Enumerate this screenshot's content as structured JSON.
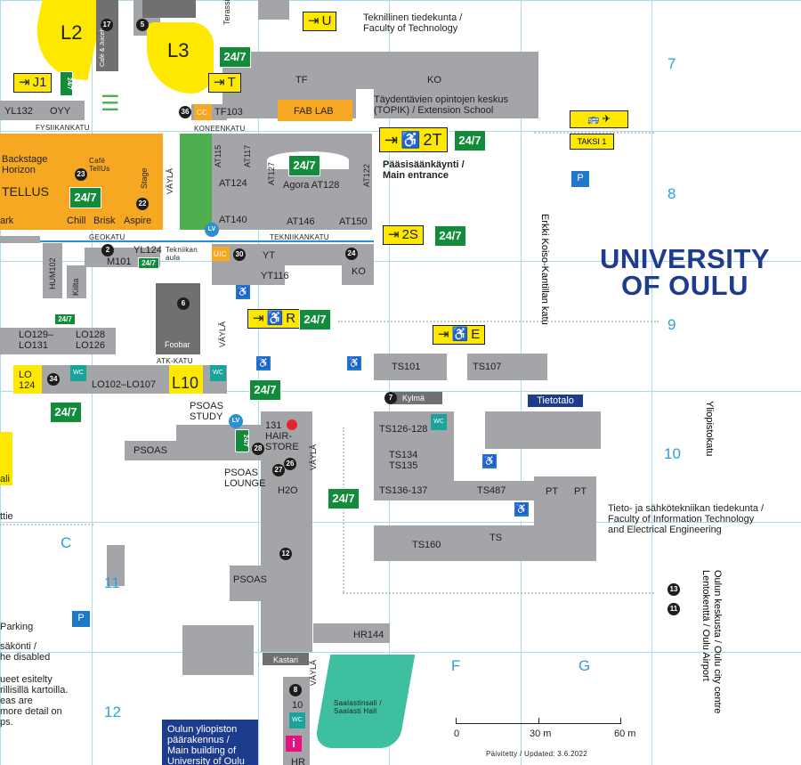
{
  "logo": {
    "line1": "UNIVERSITY",
    "line2": "OF OULU"
  },
  "grid": {
    "rows": [
      "7",
      "8",
      "9",
      "10",
      "11",
      "12"
    ],
    "cols": [
      "C",
      "F",
      "G"
    ]
  },
  "faculties": {
    "tech": [
      "Teknillinen tiedekunta /",
      "Faculty of Technology"
    ],
    "itee": [
      "Tieto- ja sähkötekniikan tiedekunta /",
      "Faculty of Information Technology",
      "and Electrical Engineering"
    ],
    "topik": [
      "Täydentävien opintojen keskus",
      "(TOPIK) / Extension School"
    ]
  },
  "main_entrance": [
    "Pääsisäänkäynti /",
    "Main entrance"
  ],
  "entrances": {
    "U": "U",
    "J1": "J1",
    "T": "T",
    "2T": "2T",
    "2S": "2S",
    "R": "R",
    "E": "E"
  },
  "badge247": "24/7",
  "halls": {
    "L2": "L2",
    "L3": "L3",
    "L10": "L10"
  },
  "streets": {
    "fysiikankatu": "FYSIIKANKATU",
    "koneenkatu": "KONEENKATU",
    "geokatu": "GEOKATU",
    "tekniikankatu": "TEKNIIKANKATU",
    "atk_katu": "ATK-KATU",
    "vayla": "VÄYLÄ",
    "erkki": "Erkki Koiso-Kantillan katu",
    "yliopistokatu": "Yliopistokatu",
    "oulu_centre": [
      "Oulun keskusta / Oulu city centre",
      "Lentokenttä / Oulu Airport"
    ],
    "terassi": "Terassi"
  },
  "rooms": {
    "tf": "TF",
    "ko": "KO",
    "fablab": "FAB LAB",
    "tf103": "TF103",
    "cc": "CC",
    "yl132": "YL132",
    "oyy": "OYY",
    "at115": "AT115",
    "at117": "AT117",
    "at127": "AT127",
    "at122": "AT122",
    "at124": "AT124",
    "agora": "Agora AT128",
    "at140": "AT140",
    "at146": "AT146",
    "at150": "AT150",
    "yl124": "YL124",
    "m101": "M101",
    "tekniikan_aula": [
      "Tekniikan",
      "aula"
    ],
    "uic": "UIC",
    "yt": "YT",
    "yt116": "YT116",
    "ko2": "KO",
    "hum102": "HUM102",
    "kiilta": "Kiilta",
    "foobar": "Foobar",
    "lo129": [
      "LO129–",
      "LO131"
    ],
    "lo128": [
      "LO128",
      "LO126"
    ],
    "lo124": [
      "LO",
      "124"
    ],
    "lo102": "LO102–LO107",
    "ts101": "TS101",
    "ts107": "TS107",
    "kylma": "Kylmä",
    "tietotalo": "Tietotalo",
    "ts126": "TS126-128",
    "ts134": [
      "TS134",
      "TS135"
    ],
    "ts136": "TS136-137",
    "ts487": "TS487",
    "pt1": "PT",
    "pt2": "PT",
    "ts160": "TS160",
    "ts": "TS",
    "psoas_study": [
      "PSOAS",
      "STUDY"
    ],
    "psoas": "PSOAS",
    "psoas_lounge": [
      "PSOAS",
      "LOUNGE"
    ],
    "hairstore": [
      "131",
      "HAIR-",
      "STORE"
    ],
    "h2o": "H2O",
    "psoas2": "PSOAS",
    "hr144": "HR144",
    "kastari": "Kastari",
    "saalasti": [
      "Saalastinsali /",
      "Saalasti Hall"
    ],
    "backstage": [
      "Backstage",
      "Horizon"
    ],
    "tellus": "TELLUS",
    "cafe_tellus": [
      "Café",
      "TellUs"
    ],
    "stage": "Stage",
    "chill": "Chill",
    "brisk": "Brisk",
    "aspire": "Aspire",
    "ark": "ark",
    "cafe_juicebar": "Café & Juicebar",
    "hr": "HR",
    "ali": "ali",
    "ttie": "ttie",
    "num10": "10"
  },
  "numbers": [
    "17",
    "5",
    "36",
    "2",
    "30",
    "24",
    "6",
    "34",
    "7",
    "28",
    "27",
    "26",
    "12",
    "8",
    "22",
    "23",
    "13",
    "11"
  ],
  "lv": "LV",
  "taxi": "TAKSI 1",
  "parking_label": "P",
  "legend_left": [
    "Parking",
    "säkönti /",
    "he disabled",
    "ueet esitelty",
    "rillisillä kartoilla.",
    "eas are",
    " more detail on",
    "ps."
  ],
  "main_building": [
    "Oulun yliopiston",
    "päärakennus /",
    "Main building of",
    "University of Oulu"
  ],
  "scale": {
    "labels": [
      "0",
      "30 m",
      "60 m"
    ],
    "updated": "Päivitetty / Updated: 3.6.2022"
  },
  "colors": {
    "building": "#a3a5a8",
    "dark": "#707070",
    "orange": "#f7a823",
    "yellow": "#ffe800",
    "green": "#128c3a",
    "teal": "#3dbfa0",
    "blue": "#1e3c8c",
    "grid": "#aadcef"
  }
}
